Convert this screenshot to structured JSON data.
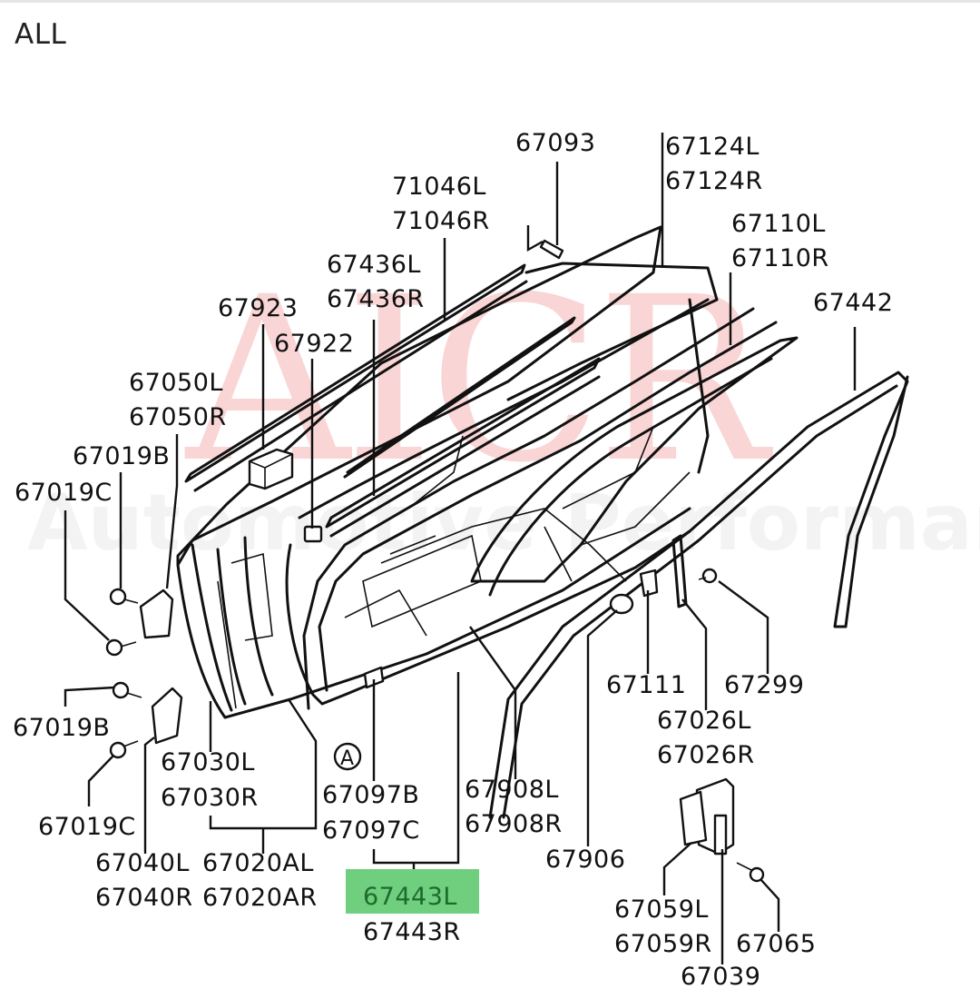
{
  "header": {
    "title": "ALL"
  },
  "watermark": {
    "logo": "AICR",
    "tagline": "Automotive Performance"
  },
  "callout_marker": "A",
  "highlight_color": "#6fcf7f",
  "labels": {
    "l67093": "67093",
    "l67124L": "67124L",
    "l67124R": "67124R",
    "l71046L": "71046L",
    "l71046R": "71046R",
    "l67110L": "67110L",
    "l67110R": "67110R",
    "l67436L": "67436L",
    "l67436R": "67436R",
    "l67442": "67442",
    "l67923": "67923",
    "l67922": "67922",
    "l67050L": "67050L",
    "l67050R": "67050R",
    "l67019B_a": "67019B",
    "l67019C_a": "67019C",
    "l67019B_b": "67019B",
    "l67019C_b": "67019C",
    "l67030L": "67030L",
    "l67030R": "67030R",
    "l67097B": "67097B",
    "l67097C": "67097C",
    "l67908L": "67908L",
    "l67908R": "67908R",
    "l67111": "67111",
    "l67299": "67299",
    "l67026L": "67026L",
    "l67026R": "67026R",
    "l67040L": "67040L",
    "l67040R": "67040R",
    "l67020AL": "67020AL",
    "l67020AR": "67020AR",
    "l67443L": "67443L",
    "l67443R": "67443R",
    "l67906": "67906",
    "l67059L": "67059L",
    "l67059R": "67059R",
    "l67065": "67065",
    "l67039": "67039"
  }
}
